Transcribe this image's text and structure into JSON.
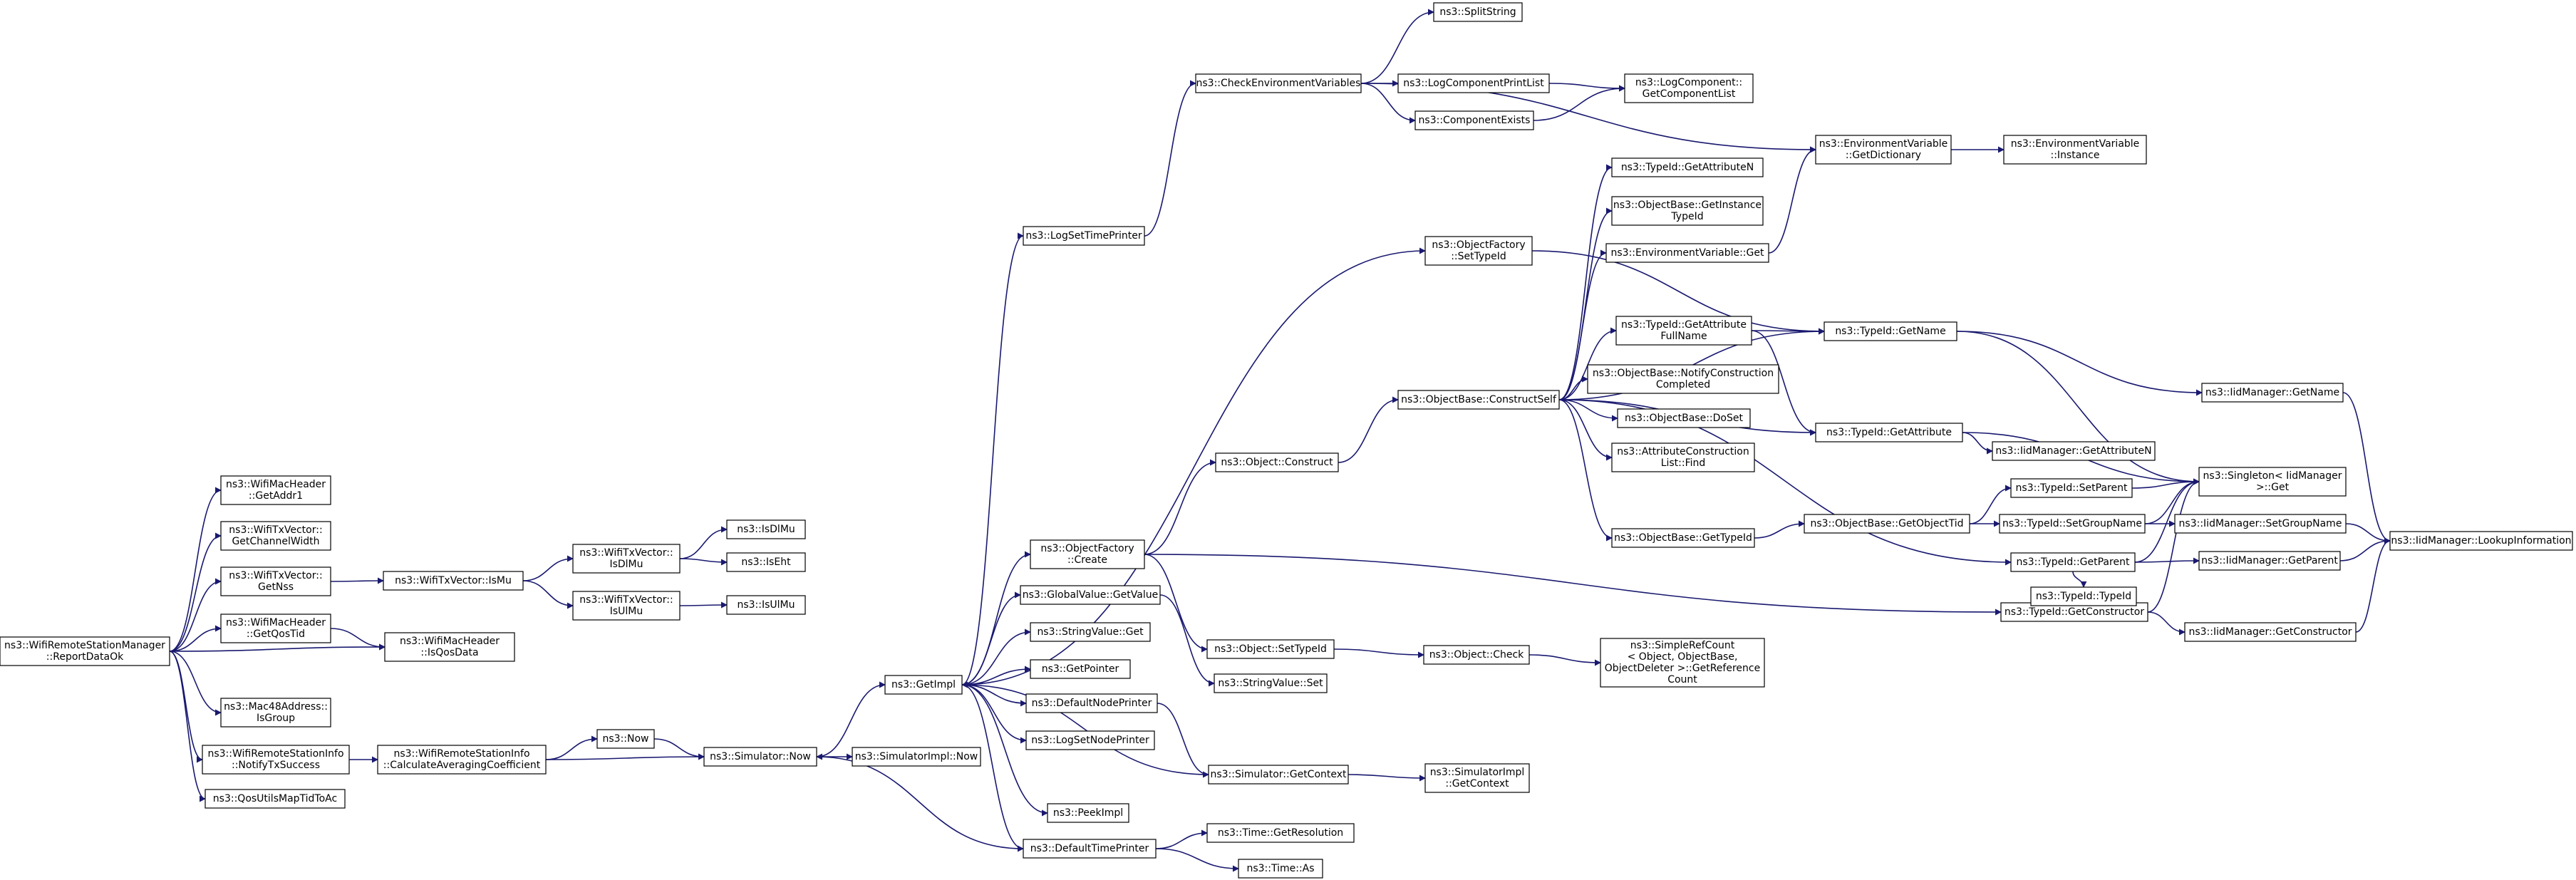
{
  "colors": {
    "node_fill": "#ffffff",
    "node_border": "#000000",
    "root_fill": "#bfbfbf",
    "root_border": "#000000",
    "truncated_border": "#ff0000",
    "edge": "#191970"
  },
  "nodes": [
    {
      "id": "report",
      "lines": [
        "ns3::WifiRemoteStationManager",
        "::ReportDataOk"
      ],
      "root": true
    },
    {
      "id": "getaddr1",
      "lines": [
        "ns3::WifiMacHeader",
        "::GetAddr1"
      ]
    },
    {
      "id": "getchw",
      "lines": [
        "ns3::WifiTxVector::",
        "GetChannelWidth"
      ]
    },
    {
      "id": "getnss",
      "lines": [
        "ns3::WifiTxVector::",
        "GetNss"
      ]
    },
    {
      "id": "getqostid",
      "lines": [
        "ns3::WifiMacHeader",
        "::GetQosTid"
      ]
    },
    {
      "id": "isqosdata",
      "lines": [
        "ns3::WifiMacHeader",
        "::IsQosData"
      ]
    },
    {
      "id": "isgroup",
      "lines": [
        "ns3::Mac48Address::",
        "IsGroup"
      ]
    },
    {
      "id": "notifytx",
      "lines": [
        "ns3::WifiRemoteStationInfo",
        "::NotifyTxSuccess"
      ]
    },
    {
      "id": "qosmap",
      "lines": [
        "ns3::QosUtilsMapTidToAc"
      ]
    },
    {
      "id": "ismu",
      "lines": [
        "ns3::WifiTxVector::IsMu"
      ]
    },
    {
      "id": "txisdlmu",
      "lines": [
        "ns3::WifiTxVector::",
        "IsDlMu"
      ]
    },
    {
      "id": "txisulmu",
      "lines": [
        "ns3::WifiTxVector::",
        "IsUlMu"
      ]
    },
    {
      "id": "isdlmu",
      "lines": [
        "ns3::IsDlMu"
      ]
    },
    {
      "id": "iseht",
      "lines": [
        "ns3::IsEht"
      ]
    },
    {
      "id": "isulmu",
      "lines": [
        "ns3::IsUlMu"
      ]
    },
    {
      "id": "calcavg",
      "lines": [
        "ns3::WifiRemoteStationInfo",
        "::CalculateAveragingCoefficient"
      ]
    },
    {
      "id": "now",
      "lines": [
        "ns3::Now"
      ]
    },
    {
      "id": "simnow",
      "lines": [
        "ns3::Simulator::Now"
      ]
    },
    {
      "id": "simimplnow",
      "lines": [
        "ns3::SimulatorImpl::Now"
      ]
    },
    {
      "id": "getimpl",
      "lines": [
        "ns3::GetImpl"
      ]
    },
    {
      "id": "logsettimeprinter",
      "lines": [
        "ns3::LogSetTimePrinter"
      ]
    },
    {
      "id": "checkenv",
      "lines": [
        "ns3::CheckEnvironmentVariables"
      ]
    },
    {
      "id": "splitstring",
      "lines": [
        "ns3::SplitString"
      ]
    },
    {
      "id": "logcompprintlist",
      "lines": [
        "ns3::LogComponentPrintList"
      ]
    },
    {
      "id": "componentexists",
      "lines": [
        "ns3::ComponentExists"
      ]
    },
    {
      "id": "getcomplist",
      "lines": [
        "ns3::LogComponent::",
        "GetComponentList"
      ]
    },
    {
      "id": "envgetdict",
      "lines": [
        "ns3::EnvironmentVariable",
        "::GetDictionary"
      ]
    },
    {
      "id": "envinstance",
      "lines": [
        "ns3::EnvironmentVariable",
        "::Instance"
      ]
    },
    {
      "id": "ofsettypeid",
      "lines": [
        "ns3::ObjectFactory",
        "::SetTypeId"
      ]
    },
    {
      "id": "ofcreate",
      "lines": [
        "ns3::ObjectFactory",
        "::Create"
      ]
    },
    {
      "id": "gvgetvalue",
      "lines": [
        "ns3::GlobalValue::GetValue"
      ]
    },
    {
      "id": "svget",
      "lines": [
        "ns3::StringValue::Get"
      ]
    },
    {
      "id": "getpointer",
      "lines": [
        "ns3::GetPointer"
      ]
    },
    {
      "id": "defnodeprinter",
      "lines": [
        "ns3::DefaultNodePrinter"
      ]
    },
    {
      "id": "logsetnodeprinter",
      "lines": [
        "ns3::LogSetNodePrinter"
      ]
    },
    {
      "id": "peekimpl",
      "lines": [
        "ns3::PeekImpl"
      ]
    },
    {
      "id": "deftimeprinter",
      "lines": [
        "ns3::DefaultTimePrinter"
      ]
    },
    {
      "id": "objconstruct",
      "lines": [
        "ns3::Object::Construct"
      ]
    },
    {
      "id": "objsettypeid",
      "lines": [
        "ns3::Object::SetTypeId"
      ]
    },
    {
      "id": "svset",
      "lines": [
        "ns3::StringValue::Set"
      ]
    },
    {
      "id": "simgetcontext",
      "lines": [
        "ns3::Simulator::GetContext"
      ]
    },
    {
      "id": "timegetres",
      "lines": [
        "ns3::Time::GetResolution"
      ]
    },
    {
      "id": "timeas",
      "lines": [
        "ns3::Time::As"
      ]
    },
    {
      "id": "constructself",
      "lines": [
        "ns3::ObjectBase::ConstructSelf"
      ]
    },
    {
      "id": "objcheck",
      "lines": [
        "ns3::Object::Check"
      ]
    },
    {
      "id": "simimplgetcontext",
      "lines": [
        "ns3::SimulatorImpl",
        "::GetContext"
      ]
    },
    {
      "id": "getattributen",
      "lines": [
        "ns3::TypeId::GetAttributeN"
      ]
    },
    {
      "id": "getinstancetypeid",
      "lines": [
        "ns3::ObjectBase::GetInstance",
        "TypeId"
      ]
    },
    {
      "id": "envget",
      "lines": [
        "ns3::EnvironmentVariable::Get"
      ]
    },
    {
      "id": "getattrfullname",
      "lines": [
        "ns3::TypeId::GetAttribute",
        "FullName"
      ]
    },
    {
      "id": "notifyconstruction",
      "lines": [
        "ns3::ObjectBase::NotifyConstruction",
        "Completed"
      ]
    },
    {
      "id": "doset",
      "lines": [
        "ns3::ObjectBase::DoSet"
      ]
    },
    {
      "id": "acfind",
      "lines": [
        "ns3::AttributeConstruction",
        "List::Find"
      ]
    },
    {
      "id": "obgettypeid",
      "lines": [
        "ns3::ObjectBase::GetTypeId"
      ]
    },
    {
      "id": "simplerefcount",
      "lines": [
        "ns3::SimpleRefCount",
        "< Object, ObjectBase,",
        "ObjectDeleter >::GetReference",
        "Count"
      ]
    },
    {
      "id": "tidgetname",
      "lines": [
        "ns3::TypeId::GetName"
      ]
    },
    {
      "id": "tidgetattribute",
      "lines": [
        "ns3::TypeId::GetAttribute"
      ]
    },
    {
      "id": "getobjecttid",
      "lines": [
        "ns3::ObjectBase::GetObjectTid"
      ]
    },
    {
      "id": "tidsetparent",
      "lines": [
        "ns3::TypeId::SetParent"
      ],
      "truncated": true
    },
    {
      "id": "tidsetgroupname",
      "lines": [
        "ns3::TypeId::SetGroupName"
      ]
    },
    {
      "id": "tidgetparent",
      "lines": [
        "ns3::TypeId::GetParent"
      ]
    },
    {
      "id": "tidgetconstructor",
      "lines": [
        "ns3::TypeId::GetConstructor"
      ]
    },
    {
      "id": "iidgetname",
      "lines": [
        "ns3::IidManager::GetName"
      ]
    },
    {
      "id": "iidgetattributen",
      "lines": [
        "ns3::IidManager::GetAttributeN"
      ]
    },
    {
      "id": "singletonget",
      "lines": [
        "ns3::Singleton< IidManager",
        ">::Get"
      ]
    },
    {
      "id": "iidsetgroupname",
      "lines": [
        "ns3::IidManager::SetGroupName"
      ]
    },
    {
      "id": "iidgetparent",
      "lines": [
        "ns3::IidManager::GetParent"
      ]
    },
    {
      "id": "tidtypeid",
      "lines": [
        "ns3::TypeId::TypeId"
      ]
    },
    {
      "id": "iidgetconstructor",
      "lines": [
        "ns3::IidManager::GetConstructor"
      ]
    },
    {
      "id": "iidlookup",
      "lines": [
        "ns3::IidManager::LookupInformation"
      ]
    }
  ]
}
